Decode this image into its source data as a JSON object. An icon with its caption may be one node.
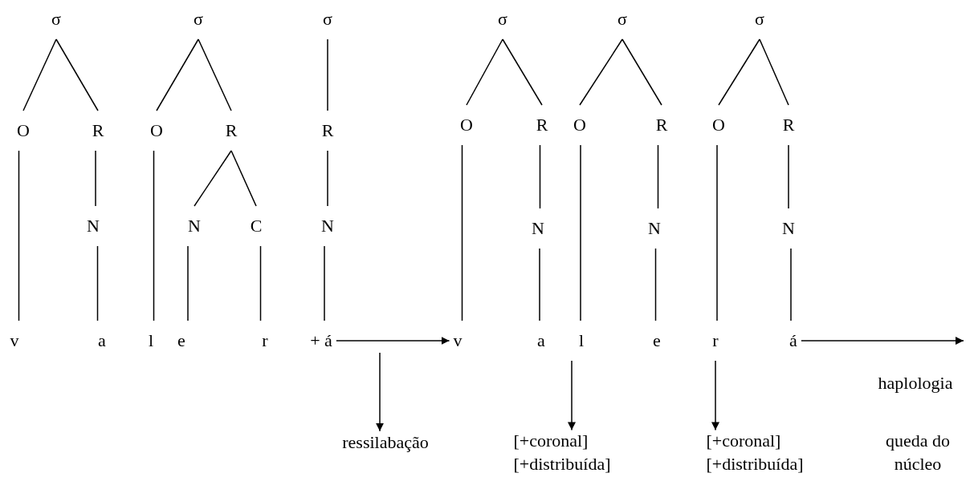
{
  "diagram": {
    "nodes": [
      {
        "text": [
          "σ"
        ]
      },
      {
        "text": [
          "σ"
        ]
      },
      {
        "text": [
          "σ"
        ]
      },
      {
        "text": [
          "O"
        ]
      },
      {
        "text": [
          "R"
        ]
      },
      {
        "text": [
          "O"
        ]
      },
      {
        "text": [
          "R"
        ]
      },
      {
        "text": [
          "R"
        ]
      },
      {
        "text": [
          "N"
        ]
      },
      {
        "text": [
          "N"
        ]
      },
      {
        "text": [
          "C"
        ]
      },
      {
        "text": [
          "N"
        ]
      },
      {
        "text": [
          "v"
        ]
      },
      {
        "text": [
          "a"
        ]
      },
      {
        "text": [
          "l"
        ]
      },
      {
        "text": [
          "e"
        ]
      },
      {
        "text": [
          "r"
        ]
      },
      {
        "text": [
          "+ á"
        ]
      },
      {
        "text": [
          "σ"
        ]
      },
      {
        "text": [
          "σ"
        ]
      },
      {
        "text": [
          "σ"
        ]
      },
      {
        "text": [
          "O"
        ]
      },
      {
        "text": [
          "R"
        ]
      },
      {
        "text": [
          "O"
        ]
      },
      {
        "text": [
          "R"
        ]
      },
      {
        "text": [
          "O"
        ]
      },
      {
        "text": [
          "R"
        ]
      },
      {
        "text": [
          "N"
        ]
      },
      {
        "text": [
          "N"
        ]
      },
      {
        "text": [
          "N"
        ]
      },
      {
        "text": [
          "v"
        ]
      },
      {
        "text": [
          "a"
        ]
      },
      {
        "text": [
          "l"
        ]
      },
      {
        "text": [
          "e"
        ]
      },
      {
        "text": [
          "r"
        ]
      },
      {
        "text": [
          "á"
        ]
      },
      {
        "text": [
          "ressilabação"
        ]
      },
      {
        "text": [
          "[+coronal]",
          "[+distribuída]"
        ]
      },
      {
        "text": [
          "[+coronal]",
          "[+distribuída]"
        ]
      }
    ],
    "edges": [
      {
        "from": 0,
        "to": 3,
        "arrow": "none"
      },
      {
        "from": 0,
        "to": 4,
        "arrow": "none"
      },
      {
        "from": 1,
        "to": 5,
        "arrow": "none"
      },
      {
        "from": 1,
        "to": 6,
        "arrow": "none"
      },
      {
        "from": 2,
        "to": 7,
        "arrow": "none"
      },
      {
        "from": 3,
        "to": 12,
        "arrow": "none"
      },
      {
        "from": 4,
        "to": 8,
        "arrow": "none"
      },
      {
        "from": 8,
        "to": 13,
        "arrow": "none"
      },
      {
        "from": 5,
        "to": 14,
        "arrow": "none"
      },
      {
        "from": 6,
        "to": 9,
        "arrow": "none"
      },
      {
        "from": 6,
        "to": 10,
        "arrow": "none"
      },
      {
        "from": 9,
        "to": 15,
        "arrow": "none"
      },
      {
        "from": 10,
        "to": 16,
        "arrow": "none"
      },
      {
        "from": 7,
        "to": 11,
        "arrow": "none"
      },
      {
        "from": 11,
        "to": 17,
        "arrow": "none"
      },
      {
        "from": 17,
        "to": 30,
        "arrow": "to"
      },
      {
        "from": null,
        "to": 36,
        "arrow": "to"
      },
      {
        "from": 18,
        "to": 21,
        "arrow": "none"
      },
      {
        "from": 18,
        "to": 22,
        "arrow": "none"
      },
      {
        "from": 19,
        "to": 23,
        "arrow": "none"
      },
      {
        "from": 19,
        "to": 24,
        "arrow": "none"
      },
      {
        "from": 20,
        "to": 25,
        "arrow": "none"
      },
      {
        "from": 20,
        "to": 26,
        "arrow": "none"
      },
      {
        "from": 21,
        "to": 30,
        "arrow": "none"
      },
      {
        "from": 22,
        "to": 27,
        "arrow": "none"
      },
      {
        "from": 27,
        "to": 31,
        "arrow": "none"
      },
      {
        "from": 23,
        "to": 32,
        "arrow": "none"
      },
      {
        "from": 24,
        "to": 28,
        "arrow": "none"
      },
      {
        "from": 28,
        "to": 33,
        "arrow": "none"
      },
      {
        "from": 25,
        "to": 34,
        "arrow": "none"
      },
      {
        "from": 26,
        "to": 29,
        "arrow": "none"
      },
      {
        "from": 29,
        "to": 35,
        "arrow": "none"
      },
      {
        "from": 32,
        "to": 37,
        "arrow": "to"
      },
      {
        "from": 34,
        "to": 38,
        "arrow": "to"
      },
      {
        "from": 35,
        "to": null,
        "arrow": "to"
      }
    ],
    "labels": [
      "haplologia",
      "queda do núcleo"
    ]
  }
}
